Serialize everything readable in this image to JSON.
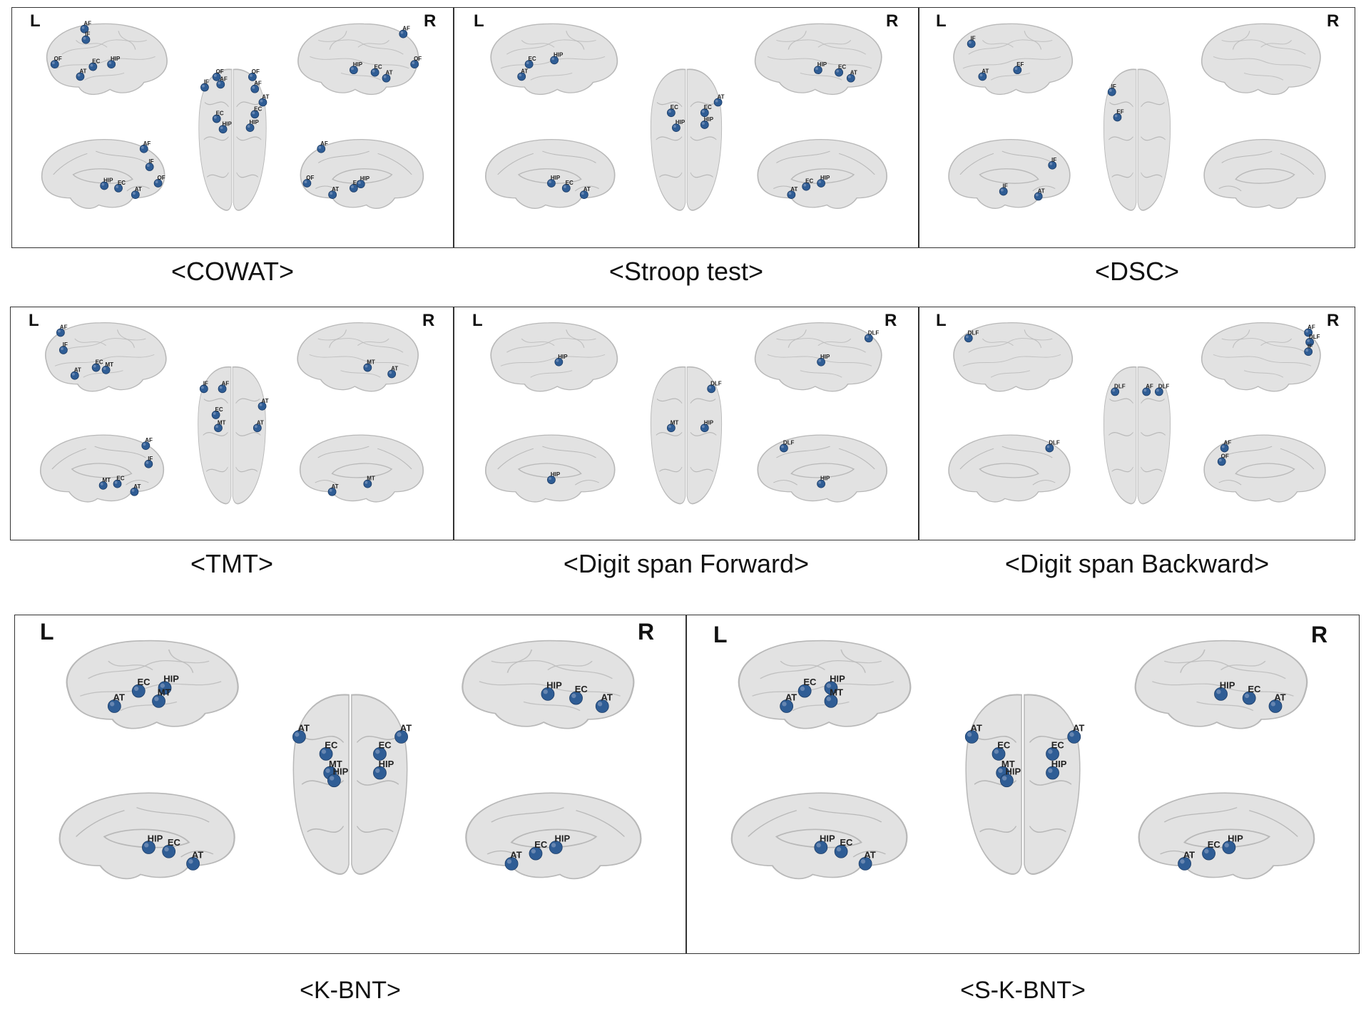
{
  "side_labels": {
    "left": "L",
    "right": "R"
  },
  "colors": {
    "node": "#2f5d95",
    "node_light": "#7f99bd",
    "brain": "#e2e2e2",
    "brain_line": "#b8b8b8"
  },
  "panels": [
    {
      "caption": "<COWAT>",
      "nodes": {
        "lat_l": [
          [
            "AF",
            0.36,
            0.12
          ],
          [
            "IF",
            0.37,
            0.25
          ],
          [
            "OF",
            0.15,
            0.55
          ],
          [
            "EC",
            0.42,
            0.58
          ],
          [
            "HIP",
            0.55,
            0.55
          ],
          [
            "AT",
            0.33,
            0.7
          ]
        ],
        "lat_r": [
          [
            "AF",
            0.8,
            0.18
          ],
          [
            "HIP",
            0.45,
            0.62
          ],
          [
            "EC",
            0.6,
            0.65
          ],
          [
            "OF",
            0.88,
            0.55
          ],
          [
            "AT",
            0.68,
            0.72
          ]
        ],
        "med_l": [
          [
            "AF",
            0.78,
            0.2
          ],
          [
            "IF",
            0.82,
            0.42
          ],
          [
            "OF",
            0.88,
            0.62
          ],
          [
            "HIP",
            0.5,
            0.65
          ],
          [
            "EC",
            0.6,
            0.68
          ],
          [
            "AT",
            0.72,
            0.76
          ]
        ],
        "med_r": [
          [
            "AF",
            0.22,
            0.2
          ],
          [
            "OF",
            0.12,
            0.62
          ],
          [
            "EC",
            0.45,
            0.68
          ],
          [
            "HIP",
            0.5,
            0.63
          ],
          [
            "AT",
            0.3,
            0.76
          ]
        ],
        "top": [
          [
            "OF",
            0.3,
            0.08
          ],
          [
            "AF",
            0.35,
            0.13
          ],
          [
            "IF",
            0.15,
            0.15
          ],
          [
            "OF",
            0.75,
            0.08
          ],
          [
            "AF",
            0.78,
            0.16
          ],
          [
            "AT",
            0.88,
            0.25
          ],
          [
            "EC",
            0.3,
            0.36
          ],
          [
            "HIP",
            0.38,
            0.43
          ],
          [
            "EC",
            0.78,
            0.33
          ],
          [
            "HIP",
            0.72,
            0.42
          ]
        ]
      }
    },
    {
      "caption": "<Stroop test>",
      "nodes": {
        "lat_l": [
          [
            "EC",
            0.35,
            0.55
          ],
          [
            "HIP",
            0.52,
            0.5
          ],
          [
            "AT",
            0.3,
            0.7
          ]
        ],
        "lat_r": [
          [
            "HIP",
            0.48,
            0.62
          ],
          [
            "EC",
            0.62,
            0.65
          ],
          [
            "AT",
            0.7,
            0.72
          ]
        ],
        "med_l": [
          [
            "HIP",
            0.5,
            0.62
          ],
          [
            "EC",
            0.6,
            0.68
          ],
          [
            "AT",
            0.72,
            0.76
          ]
        ],
        "med_r": [
          [
            "EC",
            0.4,
            0.66
          ],
          [
            "HIP",
            0.5,
            0.62
          ],
          [
            "AT",
            0.3,
            0.76
          ]
        ],
        "top": [
          [
            "EC",
            0.32,
            0.32
          ],
          [
            "HIP",
            0.38,
            0.42
          ],
          [
            "EC",
            0.72,
            0.32
          ],
          [
            "HIP",
            0.72,
            0.4
          ],
          [
            "AT",
            0.88,
            0.25
          ]
        ]
      }
    },
    {
      "caption": "<DSC>",
      "nodes": {
        "lat_l": [
          [
            "IF",
            0.22,
            0.3
          ],
          [
            "AT",
            0.3,
            0.7
          ],
          [
            "EF",
            0.55,
            0.62
          ]
        ],
        "lat_r": [],
        "med_l": [
          [
            "IF",
            0.8,
            0.4
          ],
          [
            "IF",
            0.45,
            0.72
          ],
          [
            "AT",
            0.7,
            0.78
          ]
        ],
        "med_r": [],
        "top": [
          [
            "IF",
            0.18,
            0.18
          ],
          [
            "EF",
            0.25,
            0.35
          ]
        ]
      }
    },
    {
      "caption": "<TMT>",
      "nodes": {
        "lat_l": [
          [
            "AF",
            0.2,
            0.18
          ],
          [
            "IF",
            0.22,
            0.4
          ],
          [
            "EC",
            0.45,
            0.62
          ],
          [
            "MT",
            0.52,
            0.65
          ],
          [
            "AT",
            0.3,
            0.72
          ]
        ],
        "lat_r": [
          [
            "MT",
            0.55,
            0.62
          ],
          [
            "AT",
            0.72,
            0.7
          ]
        ],
        "med_l": [
          [
            "AF",
            0.8,
            0.22
          ],
          [
            "IF",
            0.82,
            0.45
          ],
          [
            "MT",
            0.5,
            0.72
          ],
          [
            "EC",
            0.6,
            0.7
          ],
          [
            "AT",
            0.72,
            0.8
          ]
        ],
        "med_r": [
          [
            "MT",
            0.55,
            0.7
          ],
          [
            "AT",
            0.3,
            0.8
          ]
        ],
        "top": [
          [
            "IF",
            0.15,
            0.18
          ],
          [
            "AF",
            0.38,
            0.18
          ],
          [
            "EC",
            0.3,
            0.36
          ],
          [
            "MT",
            0.33,
            0.45
          ],
          [
            "AT",
            0.88,
            0.3
          ],
          [
            "AT",
            0.82,
            0.45
          ]
        ]
      }
    },
    {
      "caption": "<Digit span Forward>",
      "nodes": {
        "lat_l": [
          [
            "HIP",
            0.55,
            0.55
          ]
        ],
        "lat_r": [
          [
            "DLF",
            0.82,
            0.25
          ],
          [
            "HIP",
            0.5,
            0.55
          ]
        ],
        "med_l": [
          [
            "HIP",
            0.5,
            0.65
          ]
        ],
        "med_r": [
          [
            "DLF",
            0.25,
            0.25
          ],
          [
            "HIP",
            0.5,
            0.7
          ]
        ],
        "top": [
          [
            "DLF",
            0.8,
            0.18
          ],
          [
            "MT",
            0.32,
            0.45
          ],
          [
            "HIP",
            0.72,
            0.45
          ]
        ]
      }
    },
    {
      "caption": "<Digit span Backward>",
      "nodes": {
        "lat_l": [
          [
            "DLF",
            0.2,
            0.25
          ]
        ],
        "lat_r": [
          [
            "AF",
            0.82,
            0.18
          ],
          [
            "DLF",
            0.83,
            0.3
          ],
          [
            "IF",
            0.82,
            0.42
          ]
        ],
        "med_l": [
          [
            "DLF",
            0.78,
            0.25
          ]
        ],
        "med_r": [
          [
            "AF",
            0.22,
            0.25
          ],
          [
            "OF",
            0.2,
            0.42
          ]
        ],
        "top": [
          [
            "DLF",
            0.22,
            0.2
          ],
          [
            "AF",
            0.62,
            0.2
          ],
          [
            "DLF",
            0.78,
            0.2
          ]
        ]
      }
    },
    {
      "caption": "<K-BNT>",
      "nodes": {
        "lat_l": [
          [
            "EC",
            0.45,
            0.55
          ],
          [
            "HIP",
            0.58,
            0.52
          ],
          [
            "MT",
            0.55,
            0.65
          ],
          [
            "AT",
            0.33,
            0.7
          ]
        ],
        "lat_r": [
          [
            "HIP",
            0.48,
            0.58
          ],
          [
            "EC",
            0.62,
            0.62
          ],
          [
            "AT",
            0.75,
            0.7
          ]
        ],
        "med_l": [
          [
            "HIP",
            0.5,
            0.62
          ],
          [
            "EC",
            0.6,
            0.66
          ],
          [
            "AT",
            0.72,
            0.78
          ]
        ],
        "med_r": [
          [
            "EC",
            0.42,
            0.68
          ],
          [
            "HIP",
            0.52,
            0.62
          ],
          [
            "AT",
            0.3,
            0.78
          ]
        ],
        "top": [
          [
            "AT",
            0.12,
            0.25
          ],
          [
            "EC",
            0.32,
            0.34
          ],
          [
            "MT",
            0.35,
            0.44
          ],
          [
            "HIP",
            0.38,
            0.48
          ],
          [
            "EC",
            0.72,
            0.34
          ],
          [
            "AT",
            0.88,
            0.25
          ],
          [
            "HIP",
            0.72,
            0.44
          ]
        ]
      }
    },
    {
      "caption": "<S-K-BNT>",
      "nodes": {
        "lat_l": [
          [
            "EC",
            0.42,
            0.55
          ],
          [
            "HIP",
            0.55,
            0.52
          ],
          [
            "MT",
            0.55,
            0.65
          ],
          [
            "AT",
            0.33,
            0.7
          ]
        ],
        "lat_r": [
          [
            "HIP",
            0.48,
            0.58
          ],
          [
            "EC",
            0.62,
            0.62
          ],
          [
            "AT",
            0.75,
            0.7
          ]
        ],
        "med_l": [
          [
            "HIP",
            0.5,
            0.62
          ],
          [
            "EC",
            0.6,
            0.66
          ],
          [
            "AT",
            0.72,
            0.78
          ]
        ],
        "med_r": [
          [
            "EC",
            0.42,
            0.68
          ],
          [
            "HIP",
            0.52,
            0.62
          ],
          [
            "AT",
            0.3,
            0.78
          ]
        ],
        "top": [
          [
            "AT",
            0.12,
            0.25
          ],
          [
            "EC",
            0.32,
            0.34
          ],
          [
            "MT",
            0.35,
            0.44
          ],
          [
            "HIP",
            0.38,
            0.48
          ],
          [
            "EC",
            0.72,
            0.34
          ],
          [
            "AT",
            0.88,
            0.25
          ],
          [
            "HIP",
            0.72,
            0.44
          ]
        ]
      }
    }
  ]
}
